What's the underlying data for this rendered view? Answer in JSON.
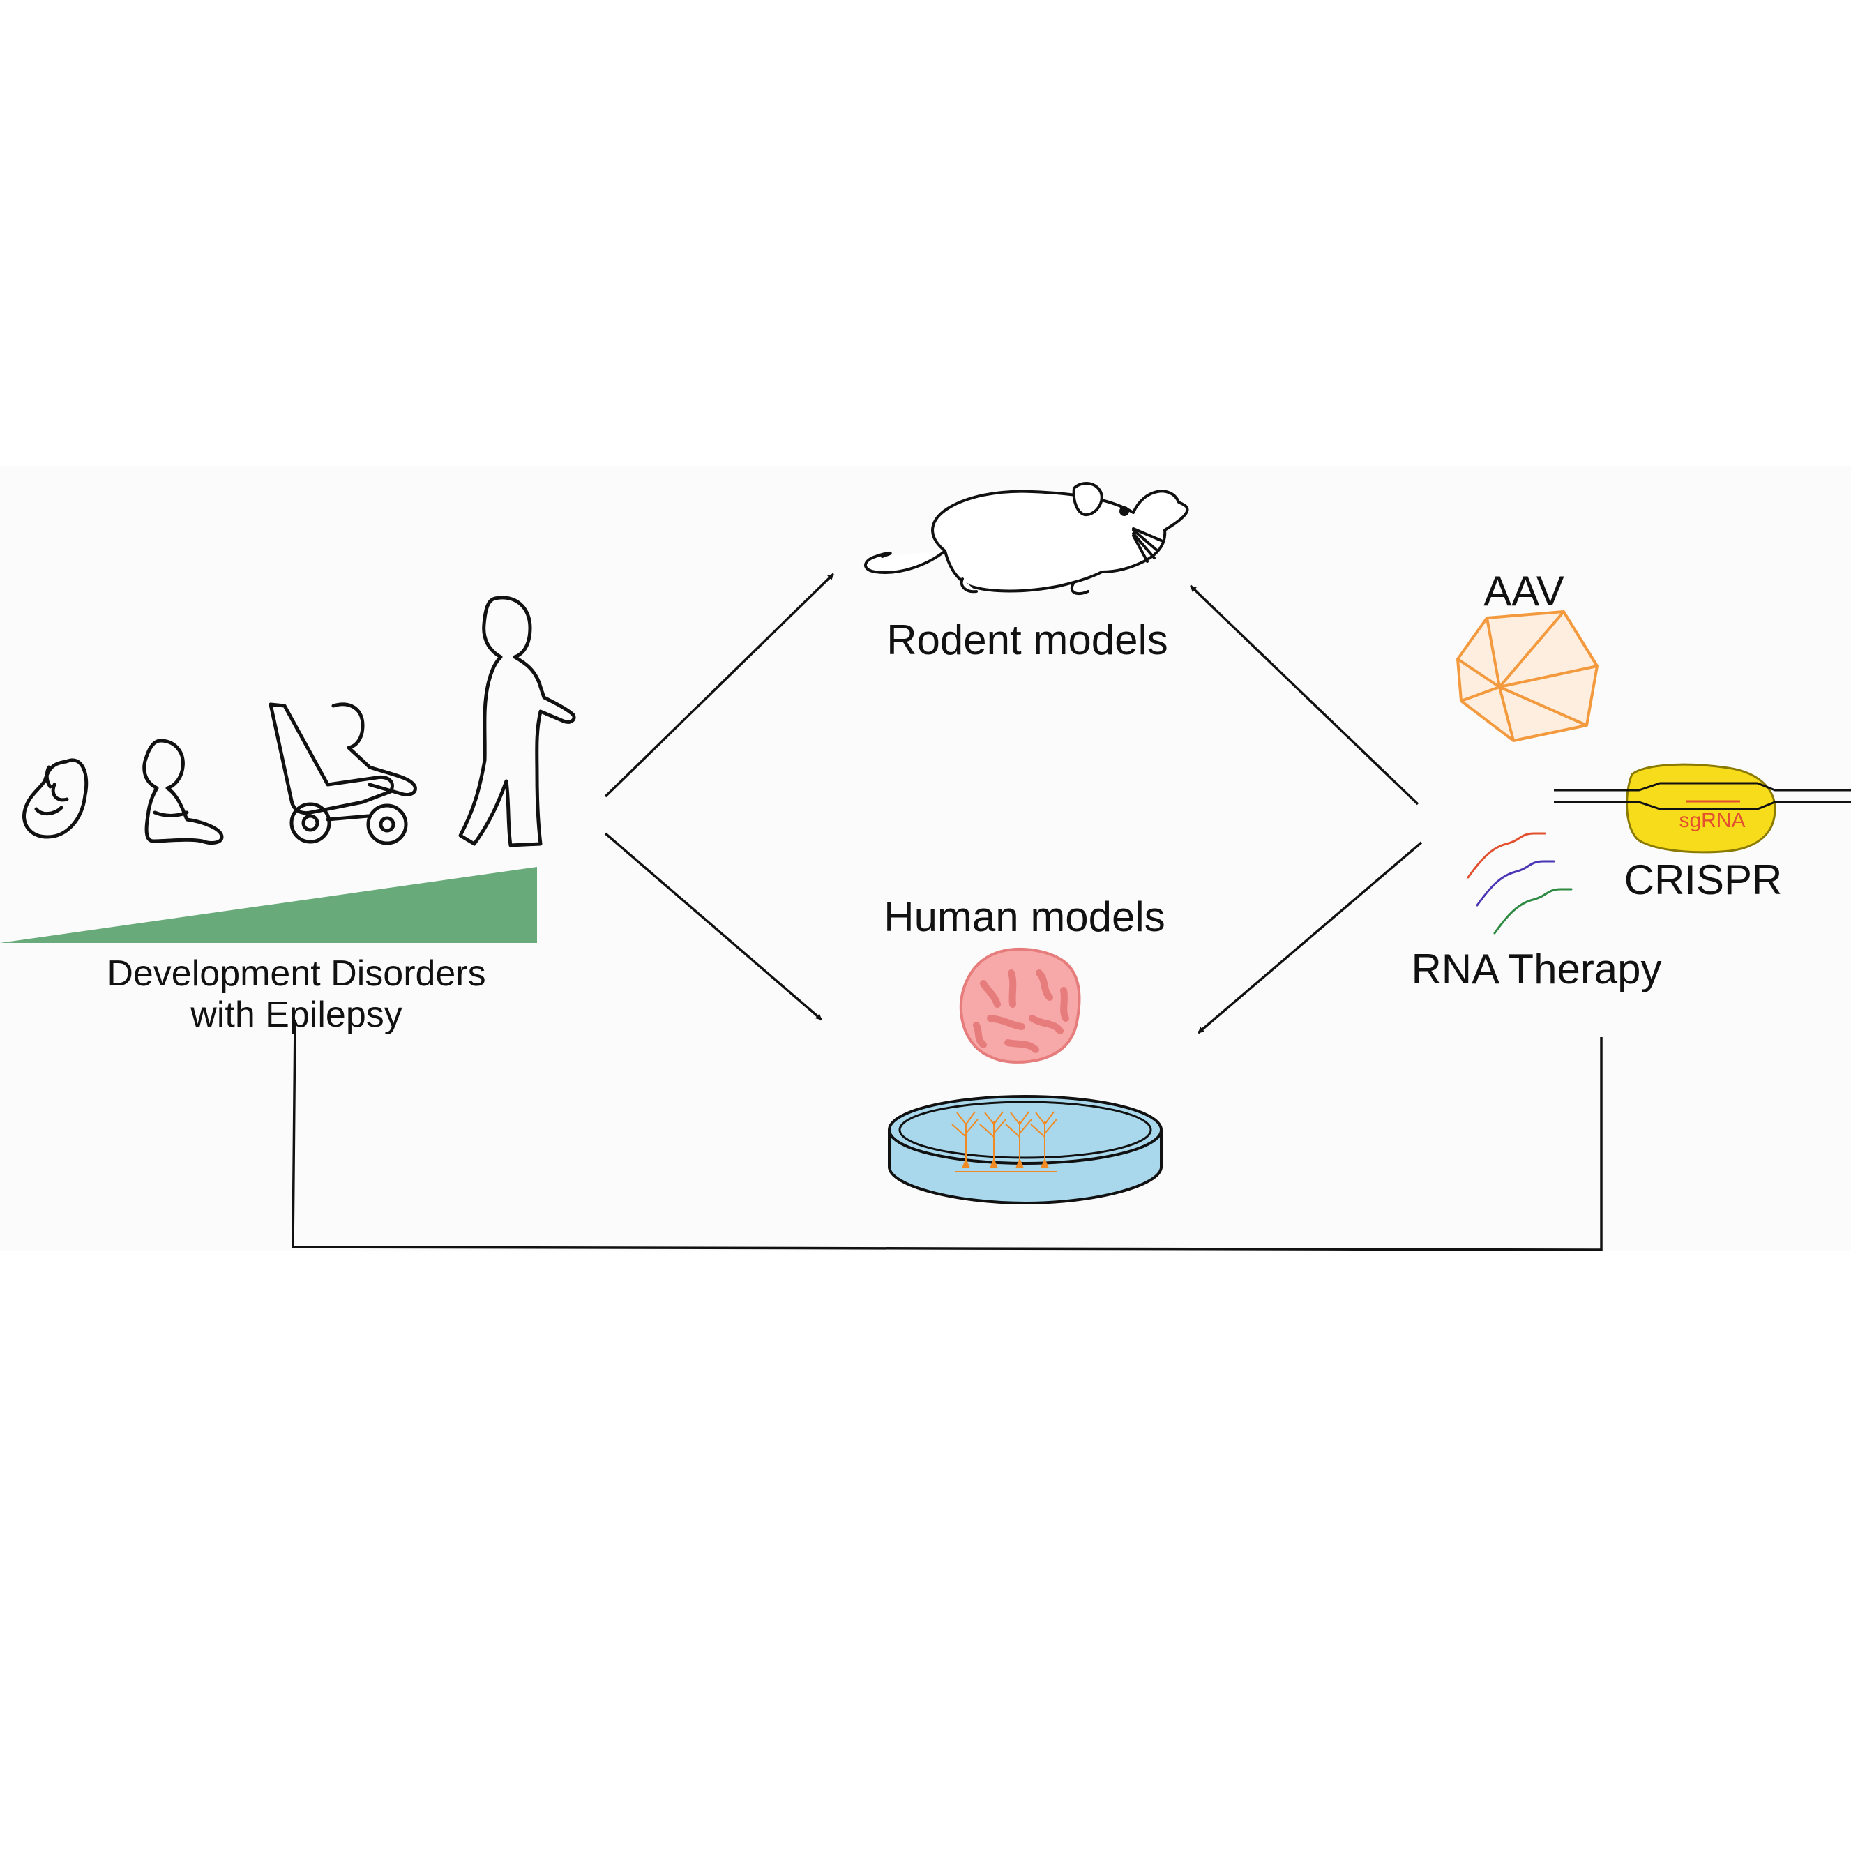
{
  "labels": {
    "development": "Development Disorders",
    "epilepsy": "with Epilepsy",
    "rodent": "Rodent models",
    "human": "Human models",
    "aav": "AAV",
    "crispr": "CRISPR",
    "sgrna": "sgRNA",
    "rna": "RNA Therapy"
  },
  "colors": {
    "panel": "#fbfbfb",
    "wedge": "#68aa7a",
    "aav": "#f39a3e",
    "aav_fill": "#fdeee0",
    "crispr": "#f7dc1c",
    "sgrna": "#e2502f",
    "organoid": "#f7a9a9",
    "organoid_stroke": "#e67c7c",
    "dish": "#a9d8ec",
    "neuron": "#f08a24",
    "rna_strands": [
      "#e2502f",
      "#4a37b5",
      "#2e8a43"
    ]
  },
  "icons": [
    "fetus-icon",
    "sitting-baby-icon",
    "stroller-child-icon",
    "walking-child-icon",
    "mouse-icon",
    "aav-capsid-icon",
    "crispr-cas-icon",
    "rna-strands-icon",
    "brain-organoid-icon",
    "petri-dish-icon"
  ]
}
